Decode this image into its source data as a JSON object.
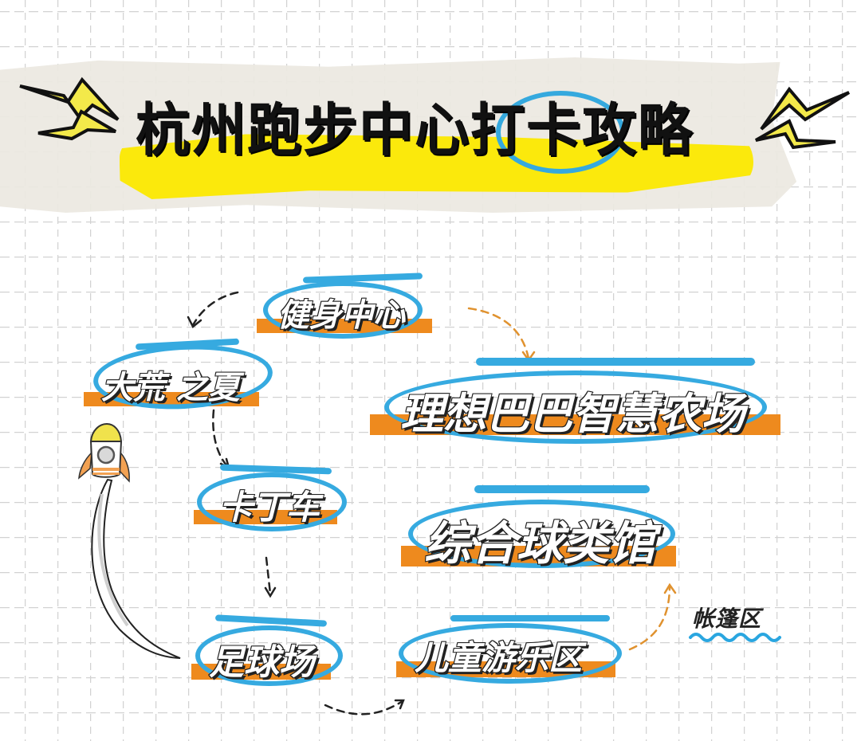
{
  "title": {
    "text": "杭州跑步中心打卡攻略",
    "highlight_chars": "打卡",
    "colors": {
      "text": "#111111",
      "swash": "#fbe90c",
      "circle": "#35a9de",
      "tape": "#ece8e1",
      "bolt": "#f3e94a"
    }
  },
  "theme": {
    "label_ring": "#36aae0",
    "label_bar": "#ee8a1e",
    "arrow_dark": "#222222",
    "arrow_orange": "#e0922f",
    "grid": "#cfcfcf"
  },
  "nodes": [
    {
      "id": "fitness",
      "label": "健身中心"
    },
    {
      "id": "dahuang",
      "label": "大荒 之夏"
    },
    {
      "id": "farm",
      "label": "理想巴巴智慧农场"
    },
    {
      "id": "kart",
      "label": "卡丁车"
    },
    {
      "id": "arena",
      "label": "综合球类馆"
    },
    {
      "id": "football",
      "label": "足球场"
    },
    {
      "id": "kids",
      "label": "儿童游乐区"
    }
  ],
  "tent_area": {
    "label": "帐篷区",
    "underline_color": "#2aa6e0"
  },
  "flow": [
    {
      "from": "健身中心",
      "to": "大荒 之夏",
      "style": "dark-dashed"
    },
    {
      "from": "健身中心",
      "to": "理想巴巴智慧农场",
      "style": "orange-dashed"
    },
    {
      "from": "大荒 之夏",
      "to": "卡丁车",
      "style": "dark-dashed"
    },
    {
      "from": "卡丁车",
      "to": "足球场",
      "style": "dark-dashed"
    },
    {
      "from": "足球场",
      "to": "儿童游乐区",
      "style": "dark-dashed"
    },
    {
      "from": "儿童游乐区",
      "to": "综合球类馆",
      "style": "orange-dashed"
    }
  ],
  "decorations": {
    "rocket": "rocket-icon",
    "bolts": [
      "lightning-bolt-left",
      "lightning-bolt-right"
    ]
  }
}
